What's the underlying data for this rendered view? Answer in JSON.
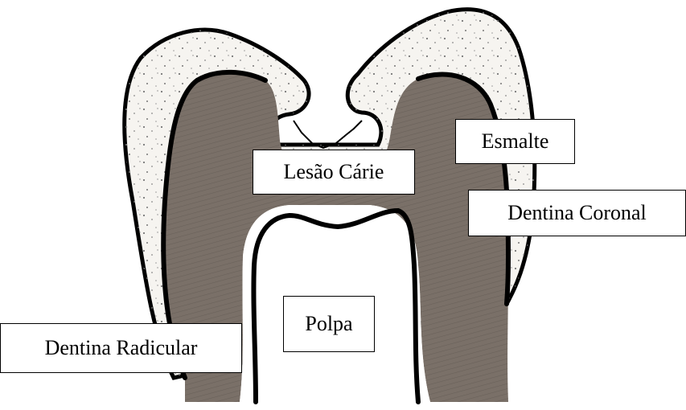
{
  "labels": {
    "lesao": "Lesão Cárie",
    "esmalte": "Esmalte",
    "dentina_coronal": "Dentina Coronal",
    "polpa": "Polpa",
    "dentina_radicular": "Dentina Radicular"
  },
  "colors": {
    "dentin": "#7a7068",
    "dentin_dark": "#5a524b",
    "enamel": "#f6f4f0",
    "outline": "#000000"
  }
}
